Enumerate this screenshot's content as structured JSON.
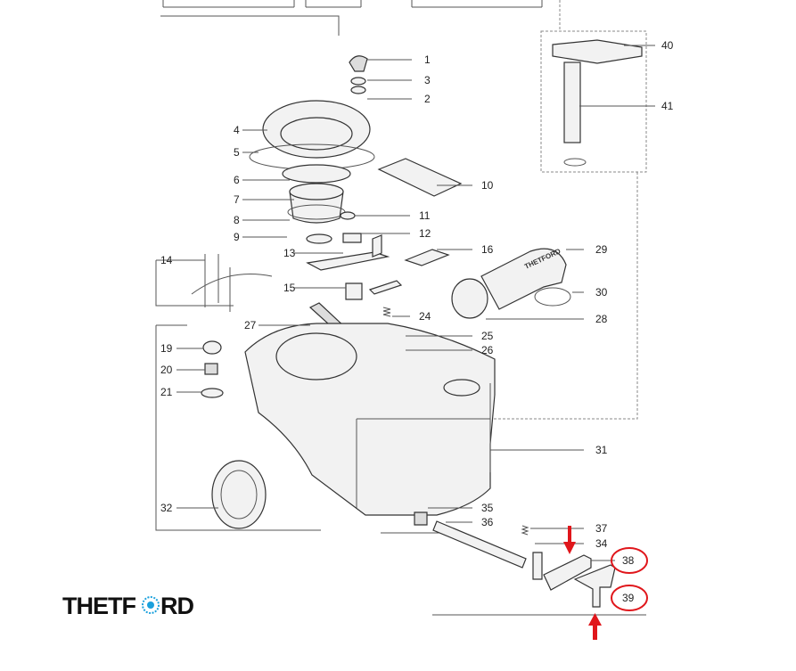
{
  "diagram": {
    "brand": "THETFORD",
    "highlight_color": "#e0161b",
    "logo_star_color": "#1aa0dc",
    "highlighted_parts": [
      "38",
      "39"
    ],
    "parts": [
      "1",
      "2",
      "3",
      "4",
      "5",
      "6",
      "7",
      "8",
      "9",
      "10",
      "11",
      "12",
      "13",
      "14",
      "15",
      "16",
      "19",
      "20",
      "21",
      "24",
      "25",
      "26",
      "27",
      "28",
      "29",
      "30",
      "31",
      "32",
      "34",
      "35",
      "36",
      "37",
      "38",
      "39",
      "40",
      "41"
    ]
  }
}
